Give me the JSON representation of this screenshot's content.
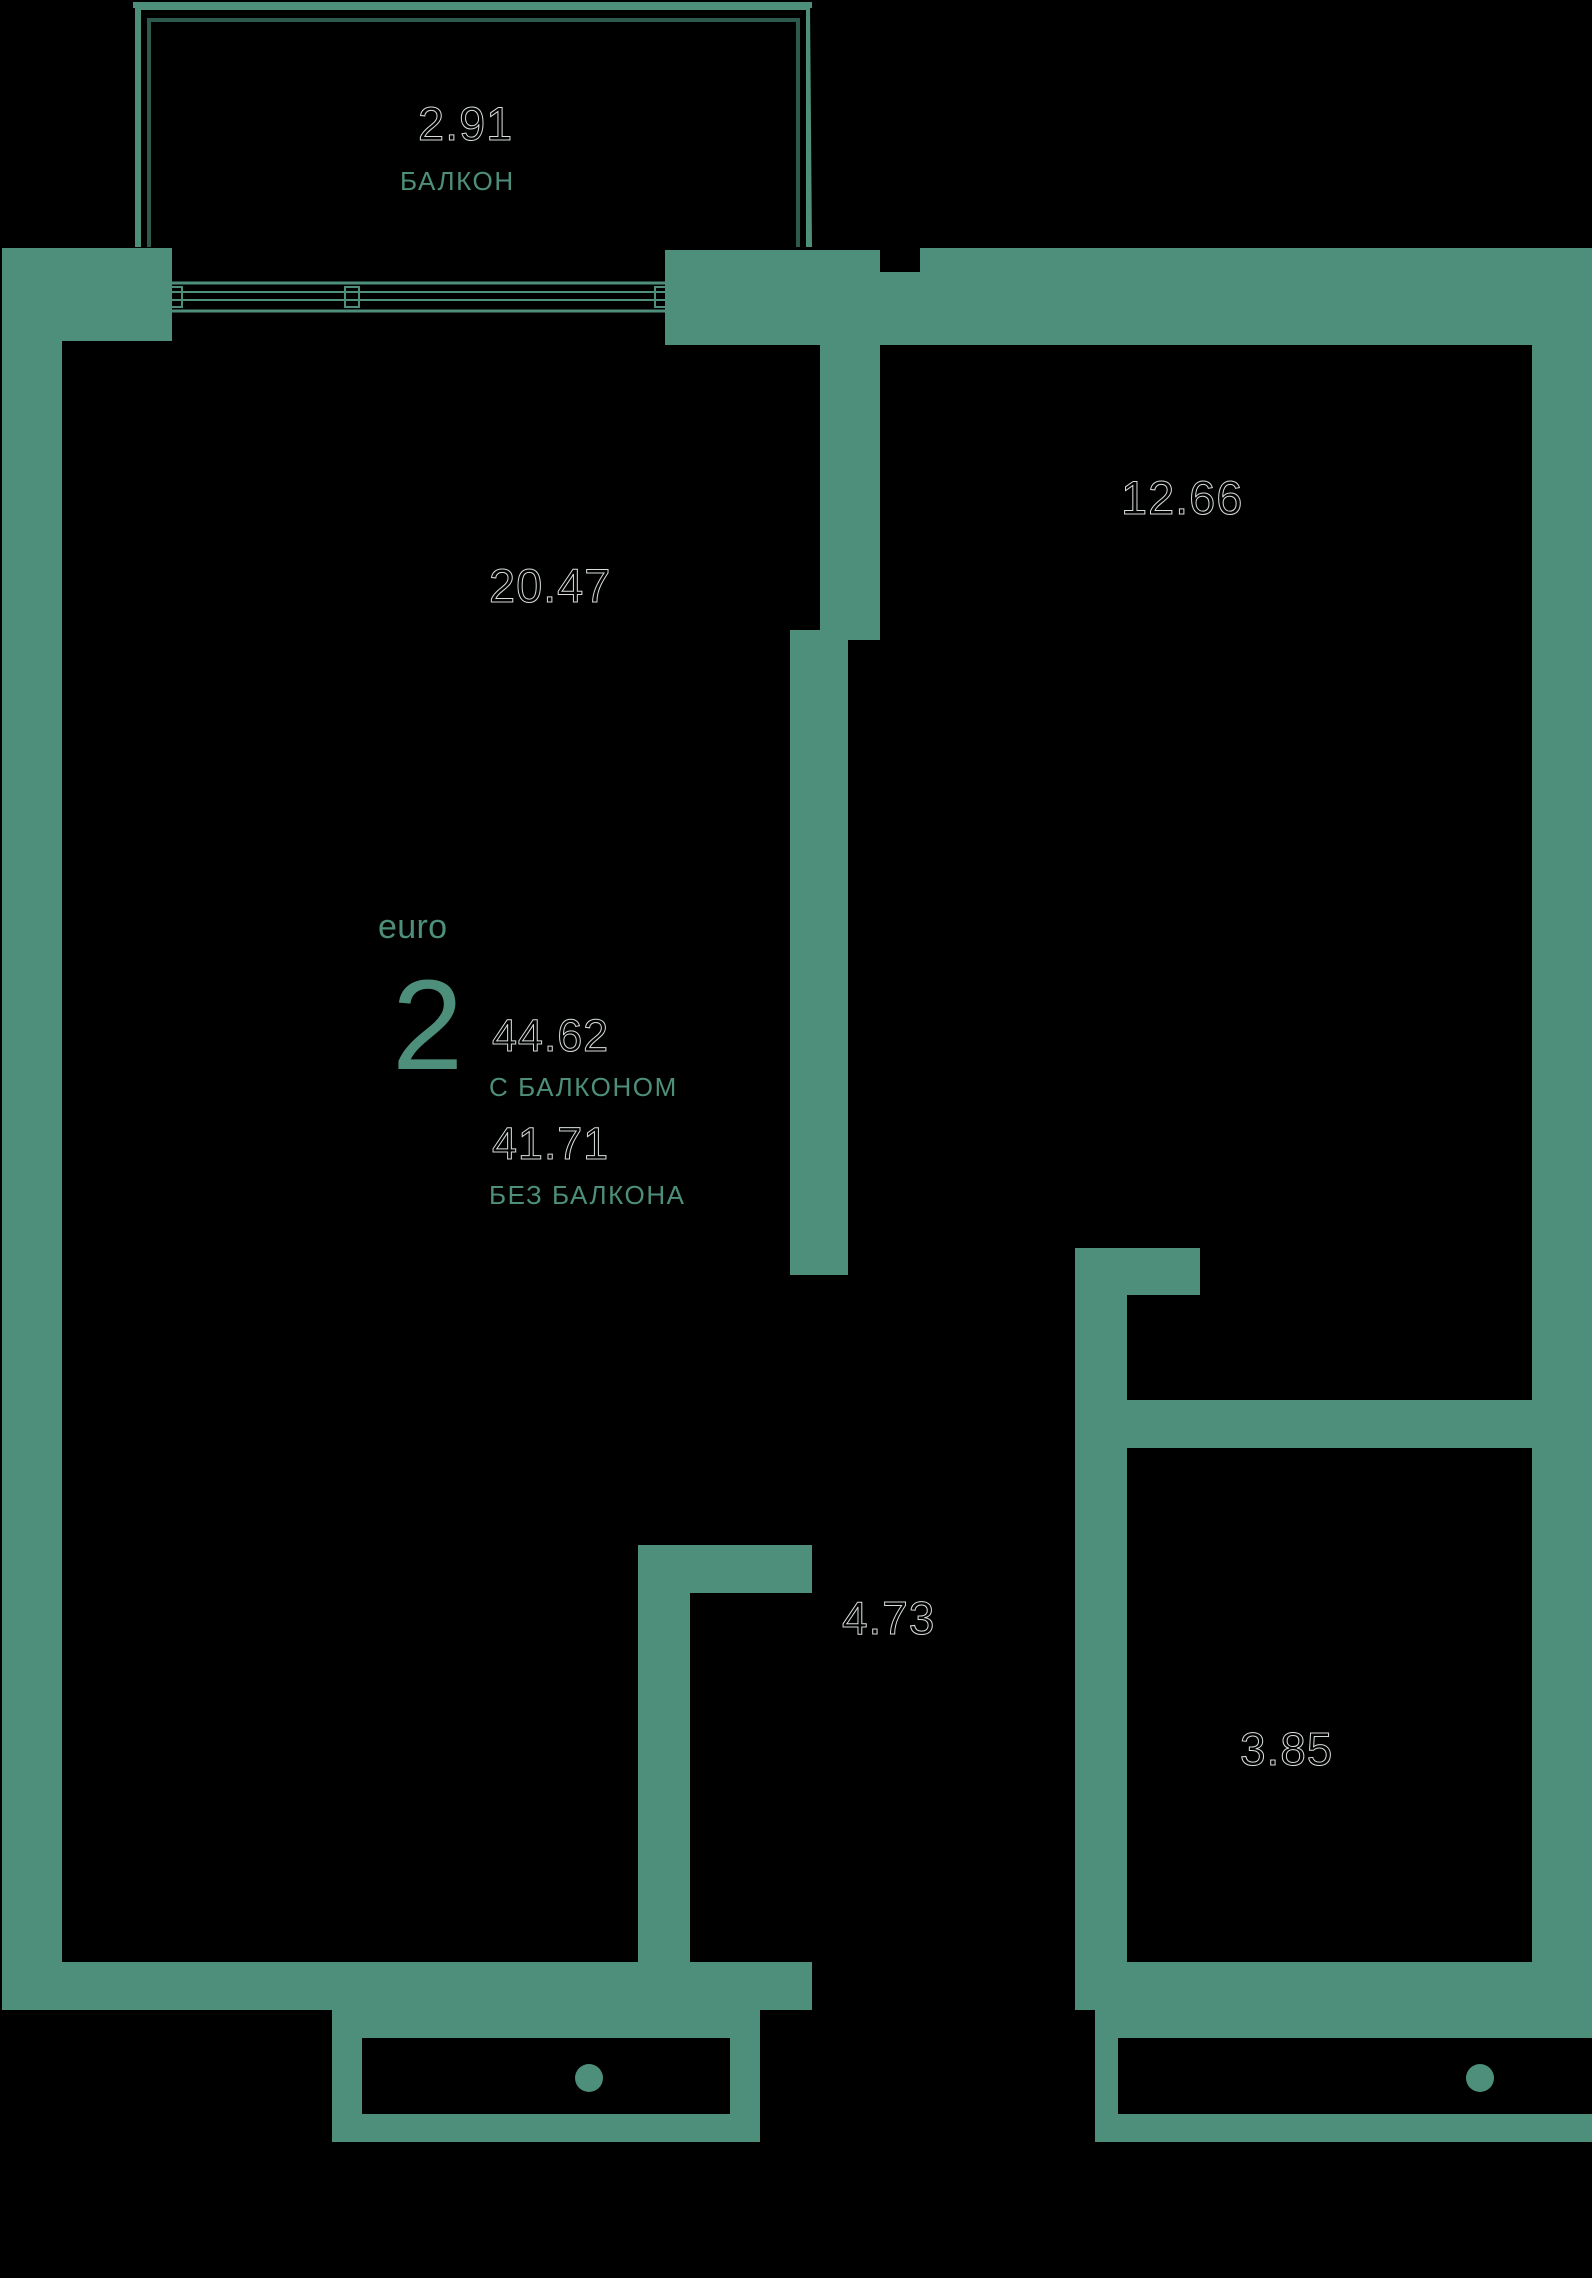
{
  "plan": {
    "type": "apartment-floor-plan",
    "accent_color": "#4d8f7b",
    "outline_color": "#d8dedc",
    "background_color": "#000000",
    "summary": {
      "layout_prefix": "euro",
      "rooms_count": "2",
      "area_with_balcony": "44.62",
      "area_with_balcony_caption": "С БАЛКОНОМ",
      "area_without_balcony": "41.71",
      "area_without_balcony_caption": "БЕЗ БАЛКОНА"
    },
    "rooms": [
      {
        "name": "balcony",
        "area": "2.91",
        "caption": "БАЛКОН"
      },
      {
        "name": "living-kitchen",
        "area": "20.47",
        "caption": ""
      },
      {
        "name": "bedroom",
        "area": "12.66",
        "caption": ""
      },
      {
        "name": "hall",
        "area": "4.73",
        "caption": ""
      },
      {
        "name": "bathroom",
        "area": "3.85",
        "caption": ""
      }
    ]
  }
}
